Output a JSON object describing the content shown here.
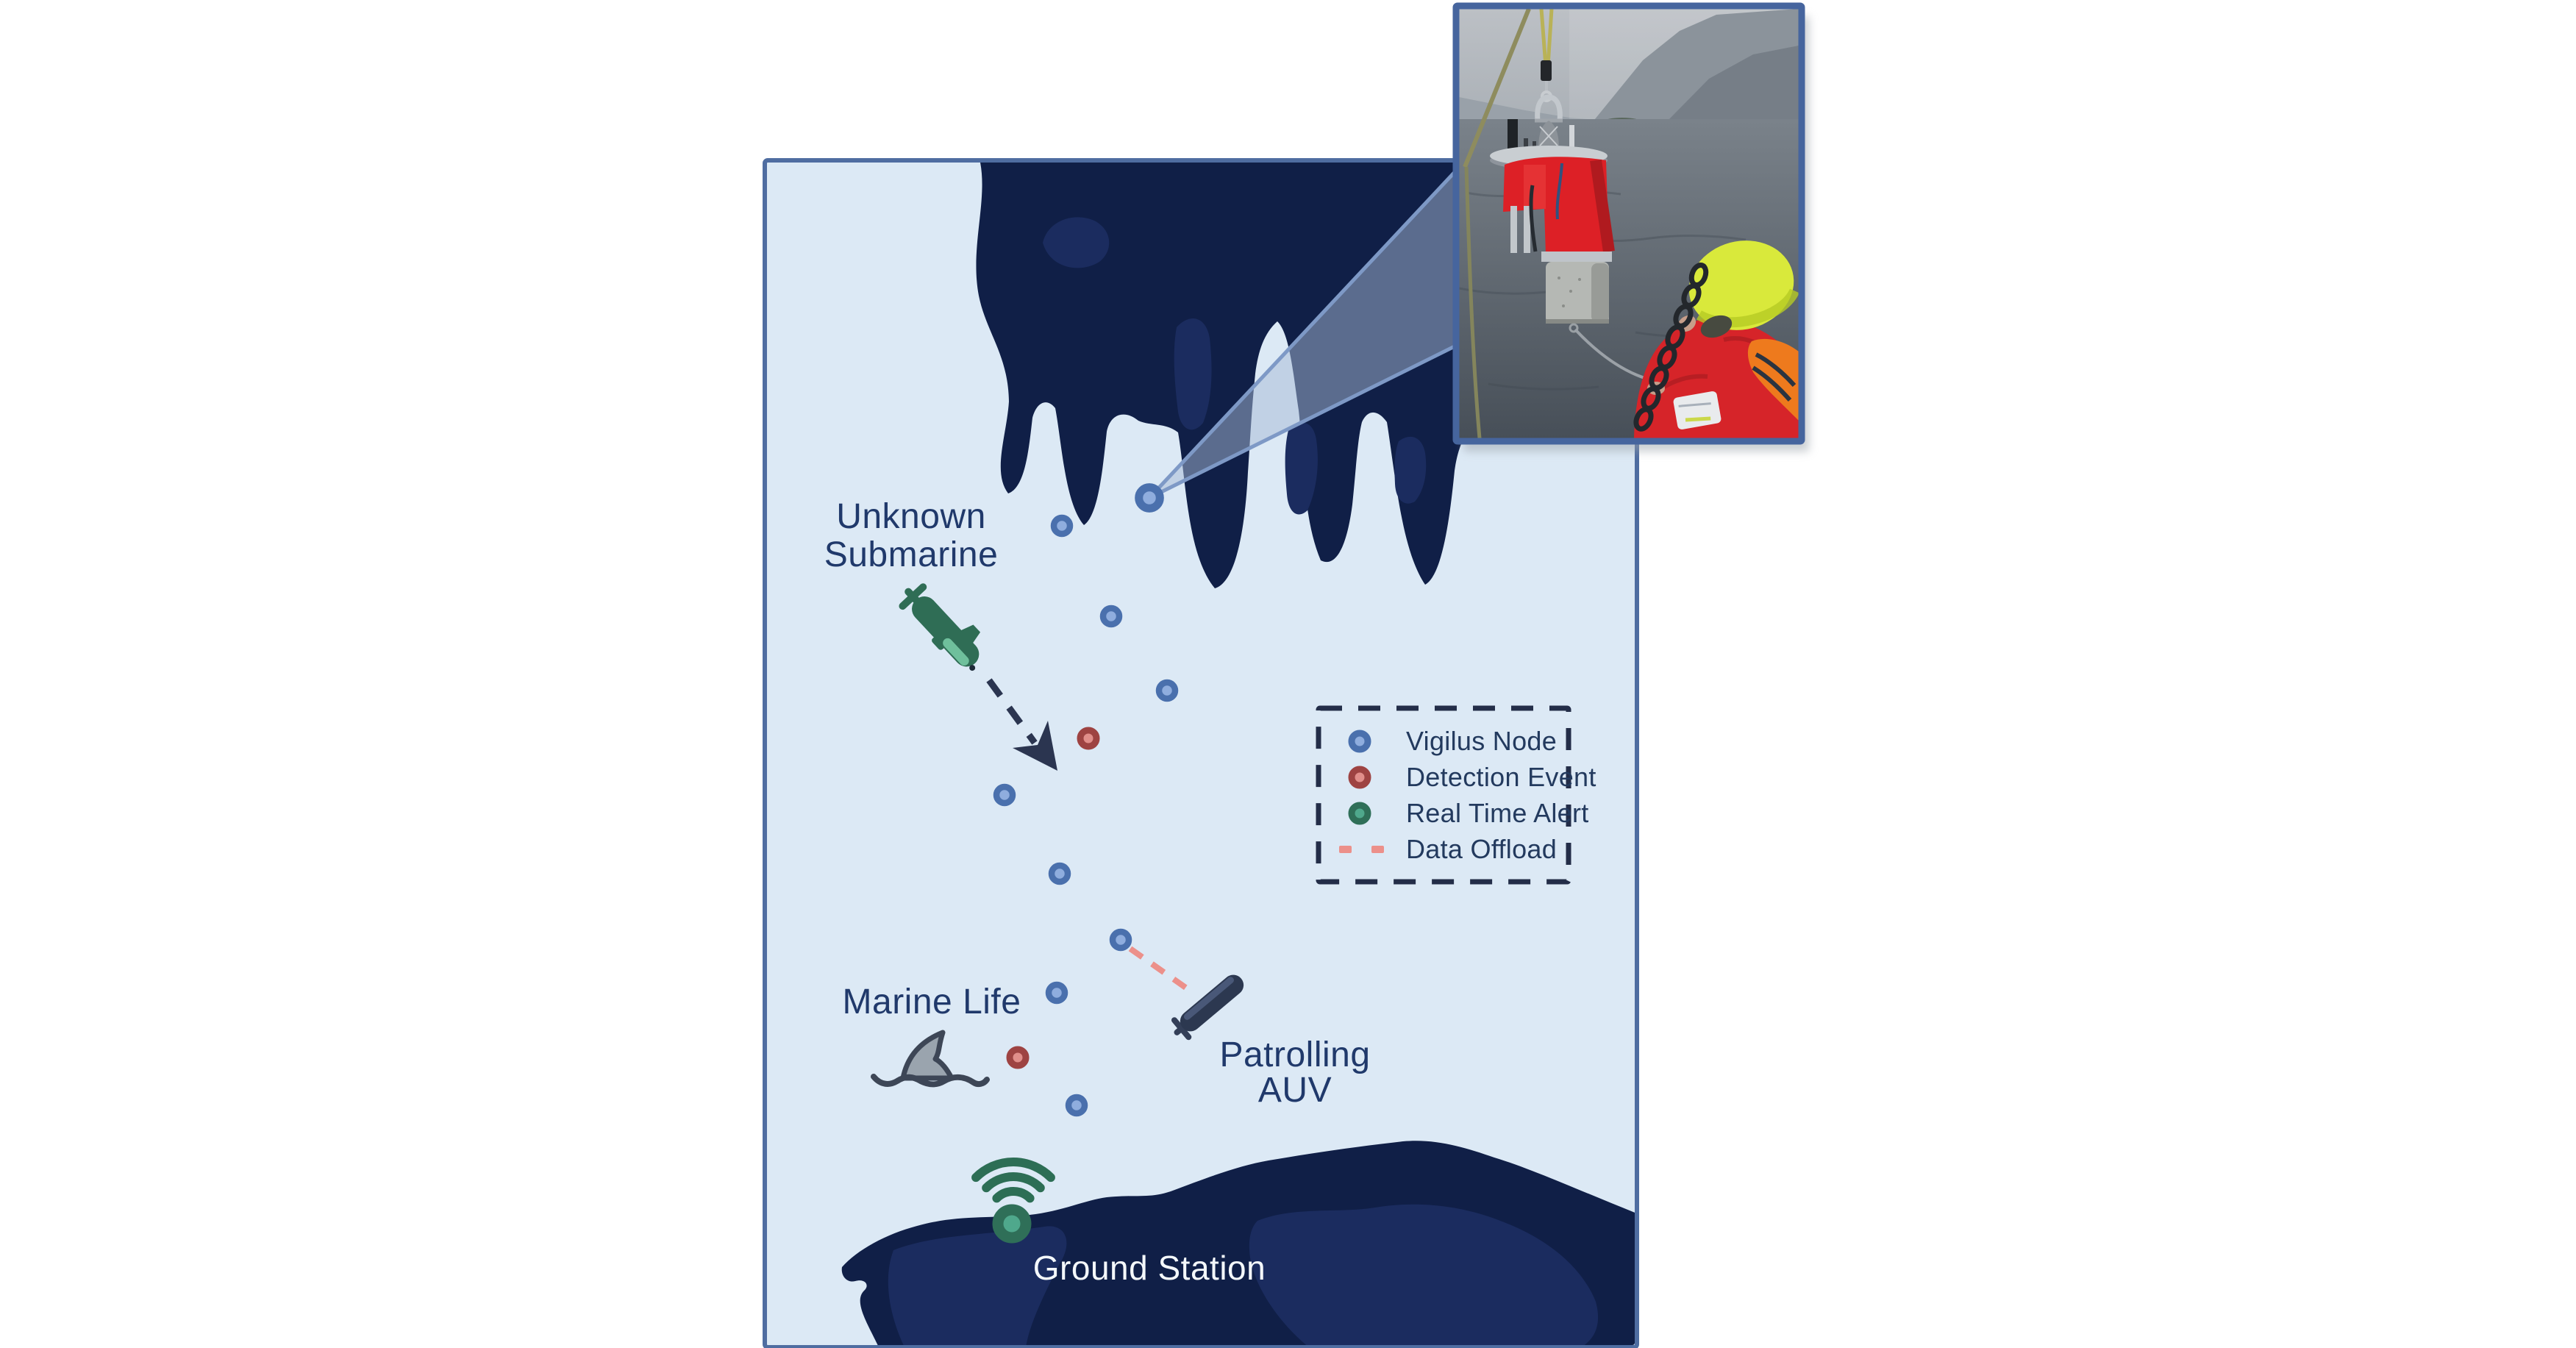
{
  "colors": {
    "background": "#ffffff",
    "water": "#dce9f5",
    "land": "#101f47",
    "land_highlight": "#1b2c5f",
    "map_border": "#4f6da1",
    "photo_border": "#46659e",
    "label_text": "#20396b",
    "ground_station_text": "#f4f8fb",
    "legend_text": "#233a5e",
    "legend_border": "#232d48",
    "vigilus_ring": "#4a70ad",
    "vigilus_fill": "#8fadde",
    "detection_ring": "#9e4342",
    "detection_fill": "#e18e8a",
    "alert_ring": "#2f6f58",
    "alert_fill": "#4fa88c",
    "data_offload": "#ec908a",
    "trajectory_arrow": "#2b3550",
    "submarine_green": "#2f6d55",
    "auv_navy": "#2c3850",
    "shark_fin_gray": "#9aa4ae",
    "wifi_green": "#2d6e55",
    "wedge_fill": "rgba(166,186,214,0.5)",
    "wedge_edge": "#7e99c6"
  },
  "map": {
    "labels": {
      "unknown_submarine_line1": "Unknown",
      "unknown_submarine_line2": "Submarine",
      "marine_life": "Marine Life",
      "patrolling_auv_line1": "Patrolling",
      "patrolling_auv_line2": "AUV",
      "ground_station": "Ground Station"
    },
    "legend": {
      "items": [
        {
          "id": "vigilus-node",
          "label": "Vigilus Node",
          "marker": "circle",
          "ring": "#4a70ad",
          "fill": "#8fadde"
        },
        {
          "id": "detection-event",
          "label": "Detection Event",
          "marker": "circle",
          "ring": "#9e4342",
          "fill": "#e18e8a"
        },
        {
          "id": "real-time-alert",
          "label": "Real Time Alert",
          "marker": "circle",
          "ring": "#2f6f58",
          "fill": "#4fa88c"
        },
        {
          "id": "data-offload",
          "label": "Data Offload",
          "marker": "dash",
          "color": "#ec908a"
        }
      ]
    },
    "nodes": {
      "vigilus": [
        [
          1563,
          677,
          1.3
        ],
        [
          1444,
          715
        ],
        [
          1511,
          838
        ],
        [
          1587,
          939
        ],
        [
          1366,
          1081
        ],
        [
          1441,
          1188
        ],
        [
          1524,
          1278
        ],
        [
          1437,
          1350
        ],
        [
          1464,
          1503
        ]
      ],
      "detection": [
        [
          1480,
          1004
        ],
        [
          1384,
          1438
        ]
      ],
      "alert": [
        [
          1376,
          1664
        ]
      ]
    },
    "node_styles": {
      "vigilus": {
        "r": 11,
        "stroke_width": 8.5,
        "ring": "#4a70ad",
        "fill": "#8fadde"
      },
      "detection": {
        "r": 11,
        "stroke_width": 9,
        "ring": "#9e4342",
        "fill": "#e18e8a"
      },
      "alert": {
        "r": 19,
        "stroke_width": 15,
        "ring": "#2f6f58",
        "fill": "#4fa88c"
      }
    }
  }
}
